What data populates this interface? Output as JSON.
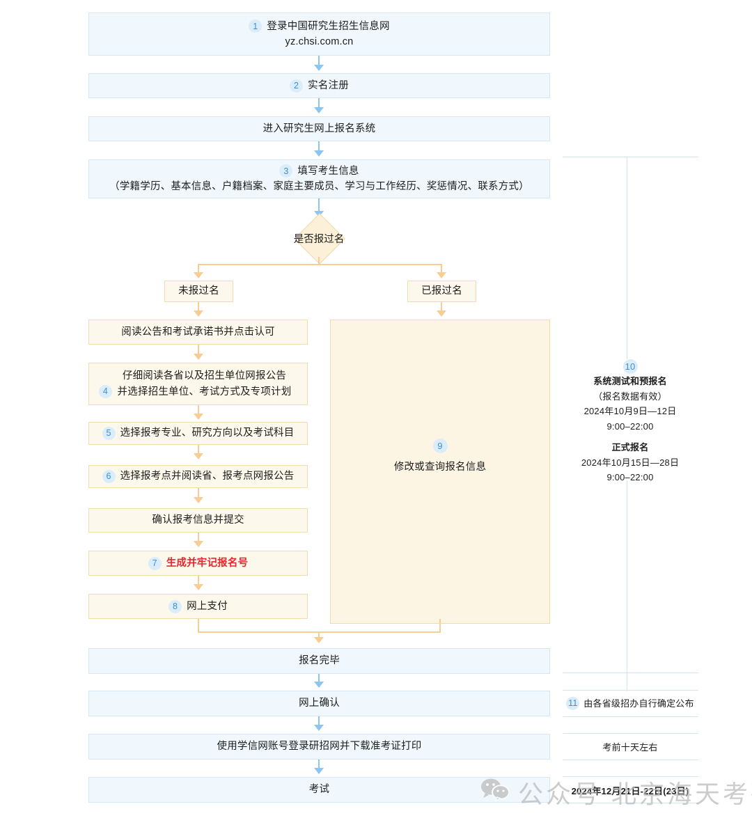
{
  "flow": {
    "step1": {
      "num": "1",
      "line1": "登录中国研究生招生信息网",
      "line2": "yz.chsi.com.cn"
    },
    "step2": {
      "num": "2",
      "label": "实名注册"
    },
    "enter_system": {
      "label": "进入研究生网上报名系统"
    },
    "step3": {
      "num": "3",
      "line1": "填写考生信息",
      "line2": "（学籍学历、基本信息、户籍档案、家庭主要成员、学习与工作经历、奖惩情况、联系方式）"
    },
    "decision": {
      "label": "是否报过名"
    },
    "branch_left": {
      "label": "未报过名"
    },
    "branch_right": {
      "label": "已报过名"
    },
    "read_notice": {
      "label": "阅读公告和考试承诺书并点击认可"
    },
    "step4": {
      "num": "4",
      "line1": "仔细阅读各省以及招生单位网报公告",
      "line2": "并选择招生单位、考试方式及专项计划"
    },
    "step5": {
      "num": "5",
      "label": "选择报考专业、研究方向以及考试科目"
    },
    "step6": {
      "num": "6",
      "label": "选择报考点并阅读省、报考点网报公告"
    },
    "confirm_submit": {
      "label": "确认报考信息并提交"
    },
    "step7": {
      "num": "7",
      "label": "生成并牢记报名号"
    },
    "step8": {
      "num": "8",
      "label": "网上支付"
    },
    "step9": {
      "num": "9",
      "label": "修改或查询报名信息"
    },
    "finish": {
      "label": "报名完毕"
    },
    "online_confirm": {
      "label": "网上确认"
    },
    "download_ticket": {
      "label": "使用学信网账号登录研招网并下载准考证打印"
    },
    "exam": {
      "label": "考试"
    }
  },
  "timeline": {
    "step10": {
      "num": "10",
      "title1": "系统测试和预报名",
      "sub1": "（报名数据有效）",
      "date1": "2024年10月9日—12日",
      "time1": "9:00–22:00",
      "title2": "正式报名",
      "date2": "2024年10月15日—28日",
      "time2": "9:00–22:00"
    },
    "step11": {
      "num": "11",
      "label": "由各省级招办自行确定公布"
    },
    "note_ticket": {
      "label": "考前十天左右"
    },
    "note_exam": {
      "label": "2024年12月21日-22日(23日)"
    }
  },
  "watermark": {
    "label": "公众号 北京海天考研",
    "icon": "wechat-icon"
  },
  "colors": {
    "blue_fill": "#f0f8fd",
    "blue_border": "#d3e7f6",
    "cream_fill": "#fdf5e4",
    "cream_border": "#f1dcae",
    "arrow_blue": "#8cc6f0",
    "arrow_orange": "#f7cd93",
    "badge_bg": "#dbecfa",
    "badge_text": "#3f8fd0",
    "highlight_red": "#e8262d"
  }
}
